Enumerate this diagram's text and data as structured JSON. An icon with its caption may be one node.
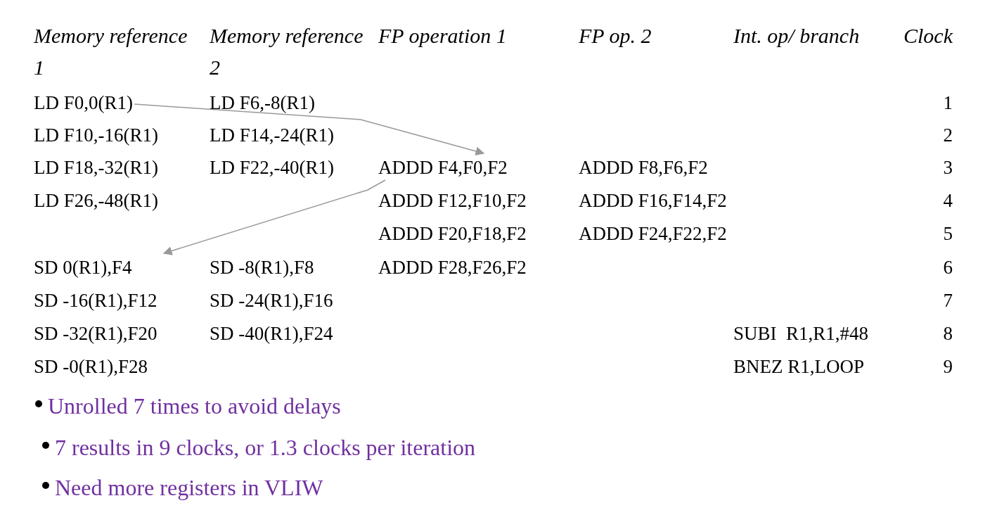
{
  "diagram": {
    "nodes": [
      {
        "text": [
          "LD F0,0(R1)"
        ]
      },
      {
        "text": [
          "ADDD F4,F0,F2"
        ]
      },
      {
        "text": [
          "SD 0(R1),F4"
        ]
      }
    ],
    "edges": [
      {
        "from": 0,
        "to": 1,
        "arrow": "to",
        "color": "#999999"
      },
      {
        "from": 1,
        "to": 2,
        "arrow": "to",
        "color": "#999999"
      }
    ],
    "labels": [
      "Memory reference 1",
      "Memory reference 2",
      "FP operation 1",
      "FP op. 2",
      "Int. op/ branch",
      "Clock",
      "LD F6,-8(R1)",
      "1",
      "LD F10,-16(R1)",
      "LD F14,-24(R1)",
      "2",
      "LD F18,-32(R1)",
      "LD F22,-40(R1)",
      "ADDD F8,F6,F2",
      "3",
      "LD F26,-48(R1)",
      "ADDD F12,F10,F2",
      "ADDD F16,F14,F2",
      "4",
      "ADDD F20,F18,F2",
      "ADDD F24,F22,F2",
      "5",
      "SD -8(R1),F8",
      "ADDD F28,F26,F2",
      "6",
      "SD -16(R1),F12",
      "SD -24(R1),F16",
      "7",
      "SD -32(R1),F20",
      "SD -40(R1),F24",
      "SUBI  R1,R1,#48",
      "8",
      "SD -0(R1),F28",
      "BNEZ R1,LOOP",
      "9",
      "Unrolled 7 times to avoid delays",
      "7 results in 9 clocks, or 1.3 clocks per iteration",
      "Need more registers in VLIW"
    ]
  }
}
